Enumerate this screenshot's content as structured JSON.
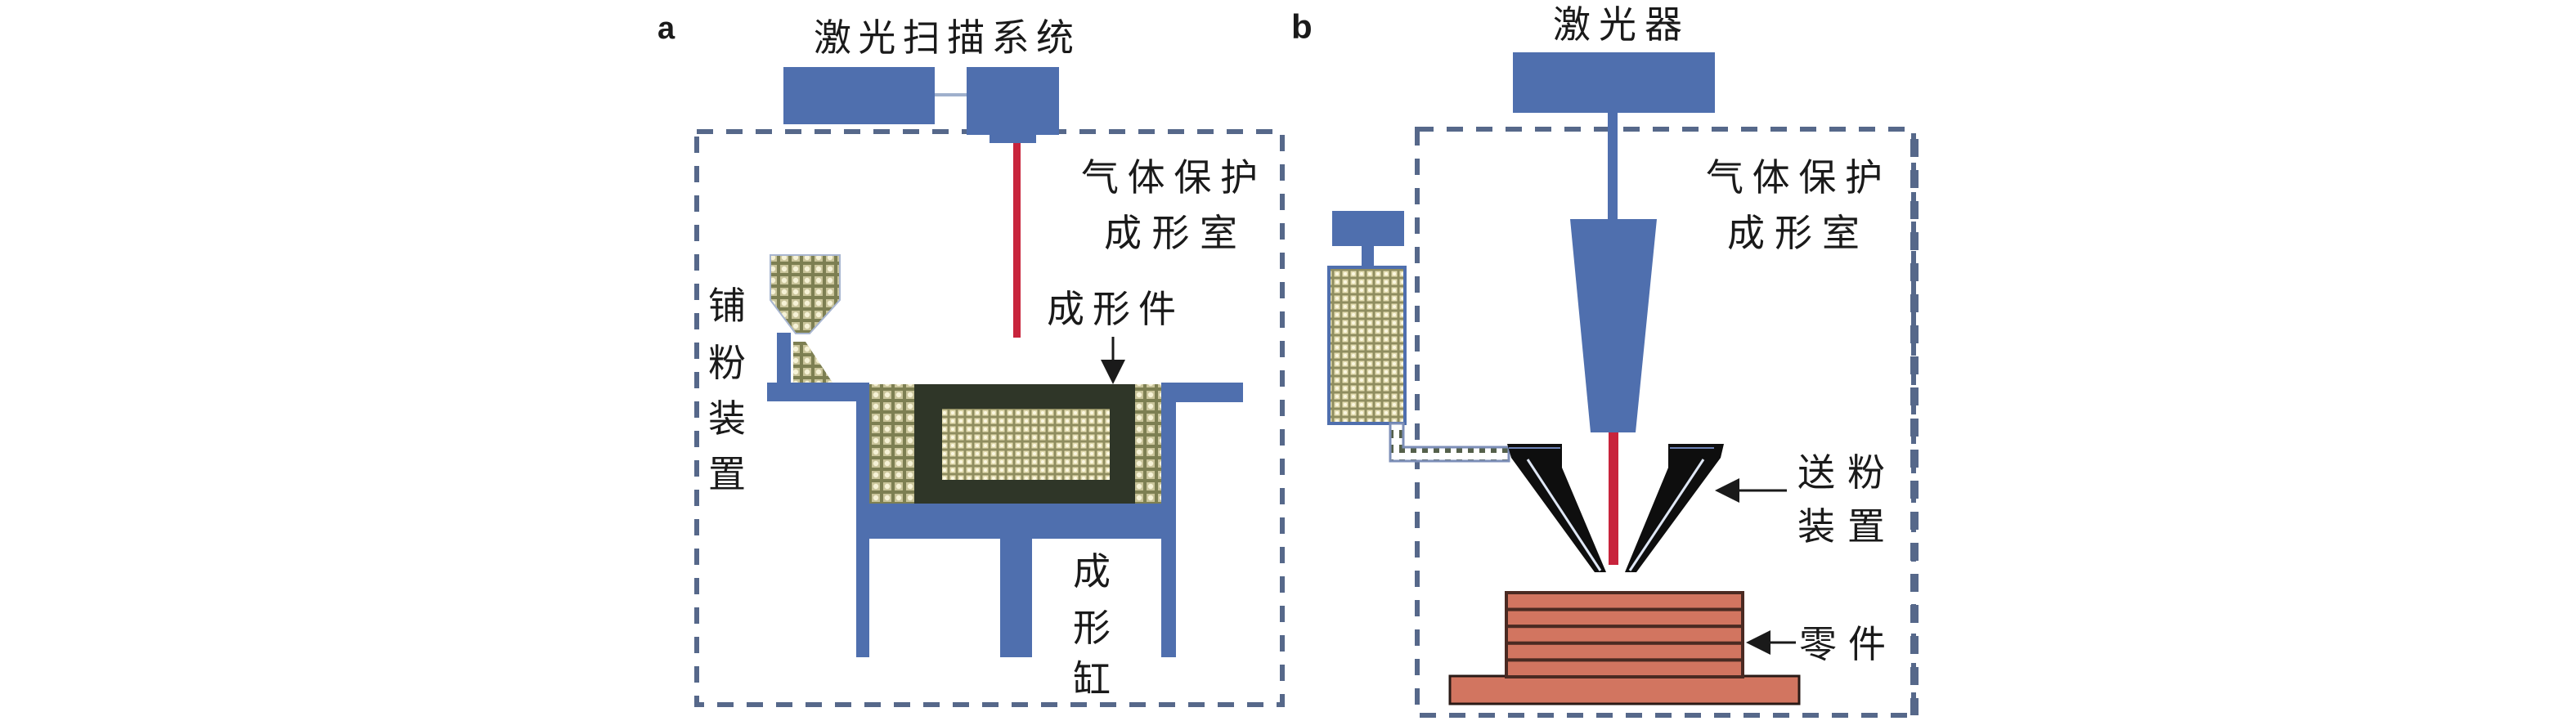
{
  "figure": {
    "panels": [
      {
        "id": "a",
        "letter": "a",
        "title": "激光扫描系统",
        "chamber_label_line1": "气体保护",
        "chamber_label_line2": "成形室",
        "part_label": "成形件",
        "spreader_label": [
          "铺",
          "粉",
          "装",
          "置"
        ],
        "cylinder_label": [
          "成",
          "形",
          "缸"
        ]
      },
      {
        "id": "b",
        "letter": "b",
        "title": "激光器",
        "chamber_label_line1": "气体保护",
        "chamber_label_line2": "成形室",
        "feeder_label_line1": "送粉",
        "feeder_label_line2": "装置",
        "part_label": "零件",
        "part_layers": 5
      }
    ],
    "colors": {
      "machine_blue": "#4f6fae",
      "laser_red": "#c8243c",
      "dashed_border": "#56688a",
      "formed_part_dark": "#2f3628",
      "powder_olive": "#8a8a5a",
      "powder_light": "#f3efc8",
      "workpiece_salmon": "#d27560",
      "workpiece_line": "#4a2a22",
      "nozzle_black": "#0e0e0e"
    }
  }
}
